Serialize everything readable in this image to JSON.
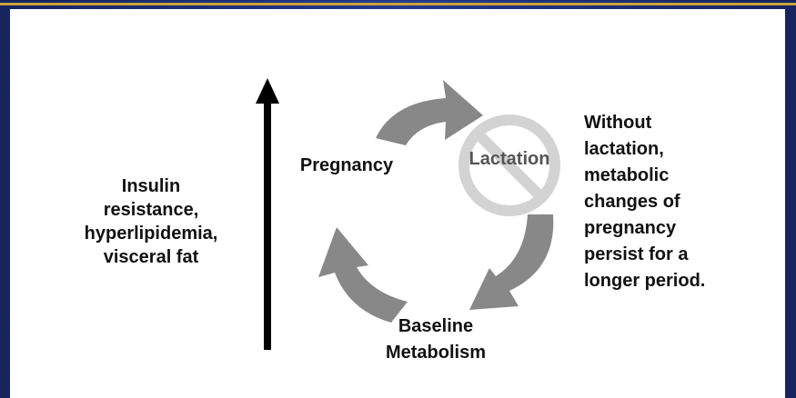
{
  "left_label": "Insulin\nresistance,\nhyperlipidemia,\nvisceral fat",
  "right_label": "Without\nlactation,\nmetabolic\nchanges of\npregnancy\npersist for a\nlonger period.",
  "cycle": {
    "pregnancy": "Pregnancy",
    "lactation": "Lactation",
    "baseline": "Baseline\nMetabolism"
  },
  "icons": {
    "up_arrow": "arrow-up-icon",
    "prohibited": "prohibited-icon"
  },
  "colors": {
    "frame": "#1c2a6b",
    "frame_accent": "#c9a23a",
    "cycle_arrow": "#888888",
    "prohibited": "#d3d3d3",
    "text": "#111111"
  }
}
